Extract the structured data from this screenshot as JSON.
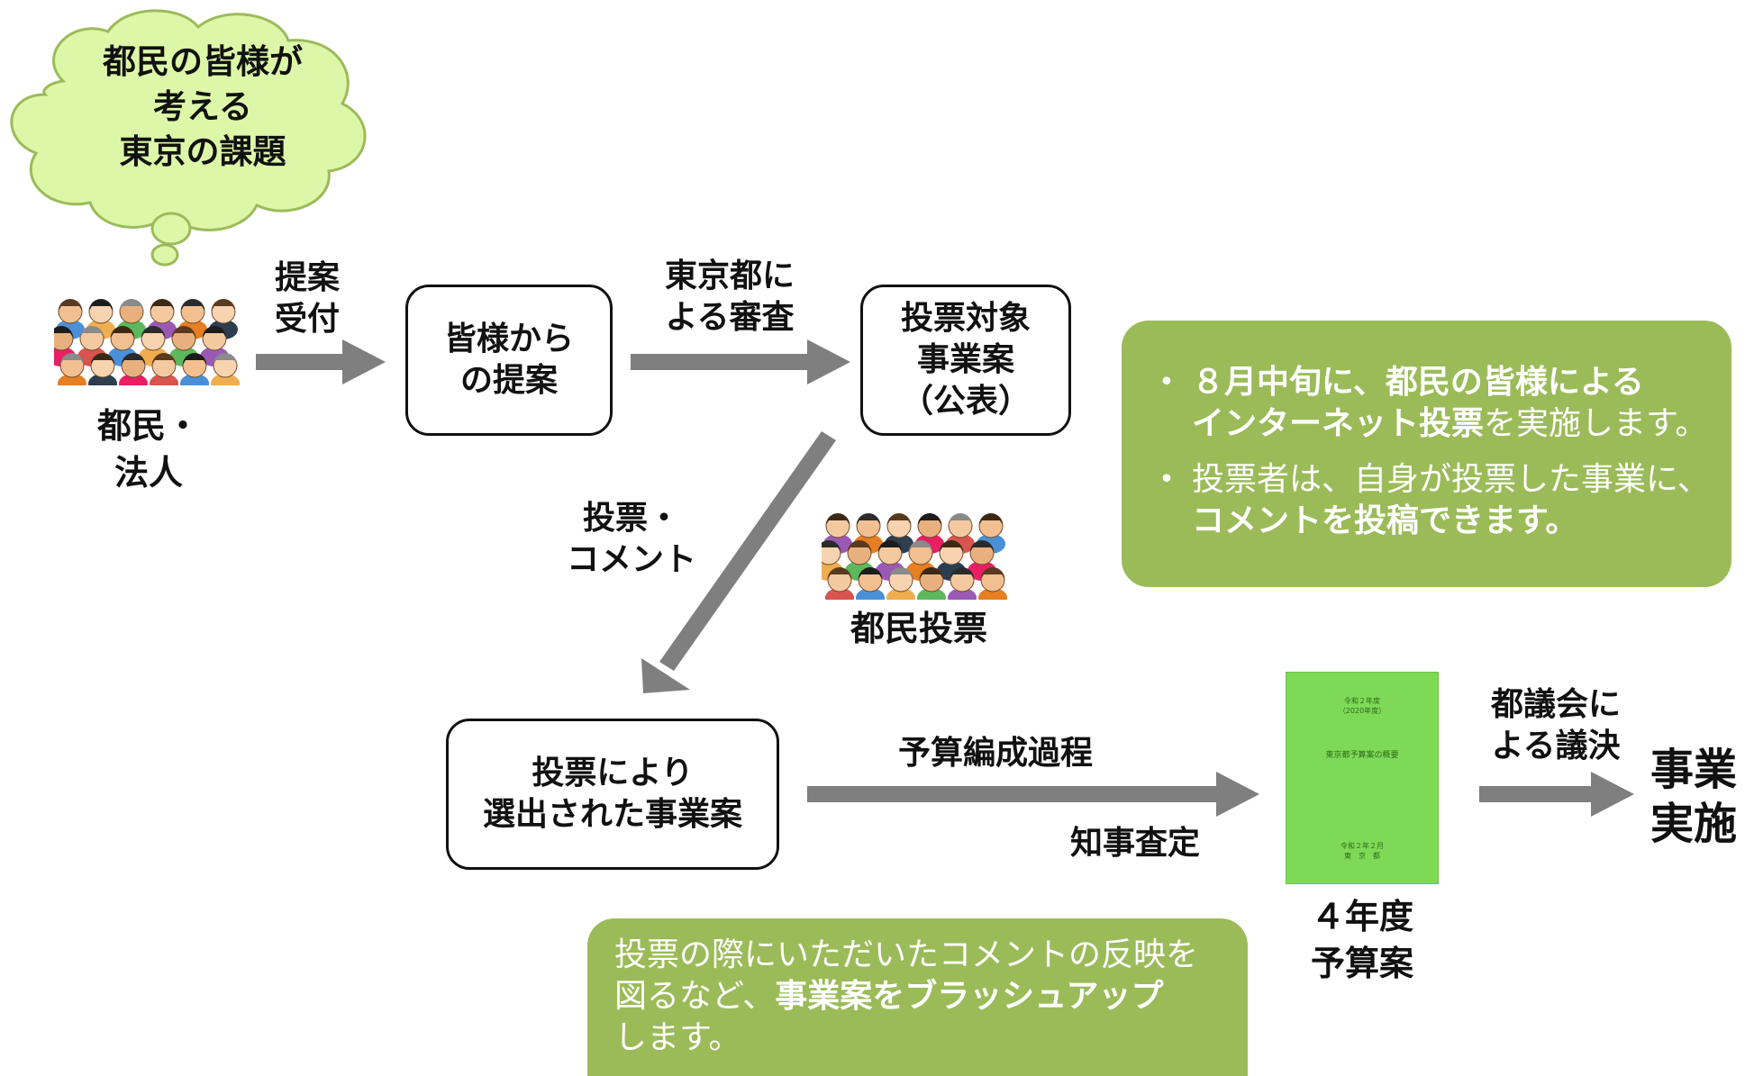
{
  "bubble": {
    "lines": [
      "都民の皆様が",
      "考える",
      "東京の課題"
    ]
  },
  "actors": {
    "citizens": {
      "lines": [
        "都民・",
        "法人"
      ]
    },
    "voting": {
      "label": "都民投票"
    }
  },
  "steps": {
    "proposals": {
      "lines": [
        "皆様から",
        "の提案"
      ]
    },
    "candidates": {
      "lines": [
        "投票対象",
        "事業案",
        "（公表）"
      ]
    },
    "selected": {
      "lines": [
        "投票により",
        "選出された事業案"
      ]
    },
    "budget_doc": {
      "lines": [
        "４年度",
        "予算案"
      ]
    },
    "execution": {
      "lines": [
        "事業",
        "実施"
      ]
    }
  },
  "arrow_labels": {
    "receive": {
      "lines": [
        "提案",
        "受付"
      ]
    },
    "review": {
      "lines": [
        "東京都に",
        "よる審査"
      ]
    },
    "vote_comment": {
      "lines": [
        "投票・",
        "コメント"
      ]
    },
    "budgeting": {
      "label": "予算編成過程"
    },
    "governor": {
      "label": "知事査定"
    },
    "assembly": {
      "lines": [
        "都議会に",
        "よる議決"
      ]
    }
  },
  "booklet": {
    "top": [
      "令和２年度",
      "（2020年度）"
    ],
    "title": "東京都予算案の概要",
    "bottom": [
      "令和２年２月",
      "東　京　都"
    ]
  },
  "info_box": {
    "item1": {
      "bold": "８月中旬に、都民の皆様による",
      "bold2": "インターネット投票",
      "normal": "を実施します。"
    },
    "item2": {
      "normal": "投票者は、自身が投票した事業に、",
      "bold": "コメントを投稿できます。"
    }
  },
  "comment_box": {
    "line1": "投票の際にいただいたコメントの反映を",
    "line2_normal": "図るなど、",
    "line2_bold": "事業案をブラッシュアップ",
    "line3": "します。"
  },
  "colors": {
    "accent_green": "#9bbb59",
    "arrow_gray": "#7f7f7f",
    "bubble_fill": "#ddf7a8",
    "booklet_green": "#7ed957"
  },
  "icons": [
    "thought-bubble-icon",
    "crowd-icon",
    "arrow-right-icon",
    "arrow-diagonal-icon",
    "booklet-icon"
  ]
}
